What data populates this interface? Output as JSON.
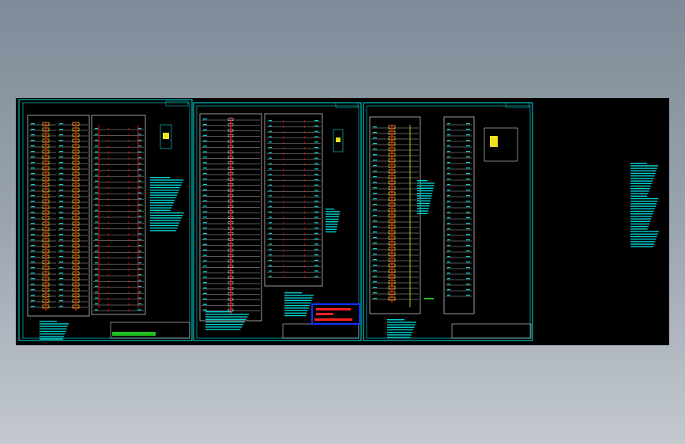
{
  "drawing": {
    "background": "#000000",
    "frame_color": "#00e5e5",
    "wire_color": "#e01010",
    "terminal_color": "#f0e020",
    "text_color": "#00d4d4",
    "mark_color": "#ffffff",
    "sheets": [
      {
        "id": "sheet-1",
        "columns": 2,
        "rows": 34,
        "style": "terminal"
      },
      {
        "id": "sheet-2",
        "columns": 1,
        "rows": 30,
        "style": "wiring"
      },
      {
        "id": "sheet-3",
        "columns": 1,
        "rows": 32,
        "style": "terminal"
      }
    ],
    "stamp": {
      "label_line1": "",
      "label_line2": "",
      "border_color": "#1030ff",
      "text_color": "#ff2020"
    }
  }
}
